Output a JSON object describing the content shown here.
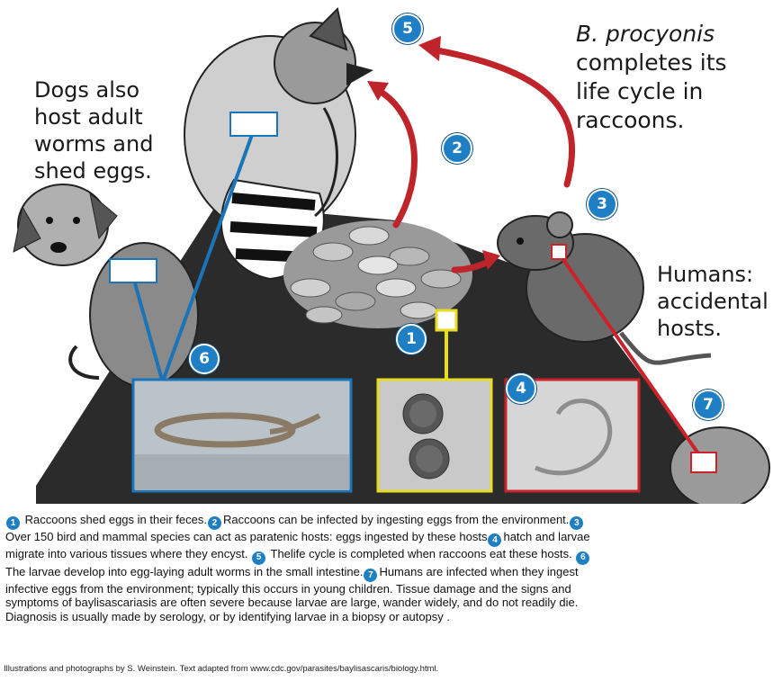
{
  "labels": {
    "dogs": [
      "Dogs also",
      "host adult",
      "worms and",
      "shed eggs."
    ],
    "procyonis_italic": "B. procyonis",
    "procyonis_rest": [
      "completes its",
      "life cycle in",
      "raccoons."
    ],
    "humans": [
      "Humans:",
      "accidental",
      "hosts."
    ]
  },
  "badges": [
    "1",
    "2",
    "3",
    "4",
    "5",
    "6",
    "7"
  ],
  "caption": [
    {
      "num": "1",
      "text": " Raccoons shed eggs in their feces."
    },
    {
      "num": "2",
      "text": "Raccoons can be infected by ingesting eggs from the environment."
    },
    {
      "num": "3",
      "text": " Over 150 bird and mammal species can act as paratenic hosts: eggs ingested by these hosts"
    },
    {
      "num": "4",
      "text": "hatch and larvae migrate into various tissues where they encyst. "
    },
    {
      "num": "5",
      "text": " Thelife cycle is completed when raccoons eat these hosts. "
    },
    {
      "num": "6",
      "text": " The larvae develop into egg-laying adult worms in the small intestine."
    },
    {
      "num": "7",
      "text": "Humans are infected when they ingest infective eggs from the environment; typically this occurs in young children. Tissue damage and the signs and symptoms of baylisascariasis are often severe because larvae are large, wander widely, and do not readily die. Diagnosis is usually made by serology, or by identifying larvae in a biopsy or autopsy ."
    }
  ],
  "credit": "Illustrations and photographs by S. Weinstein. Text adapted from www.cdc.gov/parasites/baylisascaris/biology.html.",
  "colors": {
    "badge_blue": "#1f7fc4",
    "arrow_red": "#c0242b",
    "line_blue": "#1b73b8",
    "line_yellow": "#e8dc22",
    "line_red": "#cc2229",
    "ground": "#2a2a2a"
  }
}
